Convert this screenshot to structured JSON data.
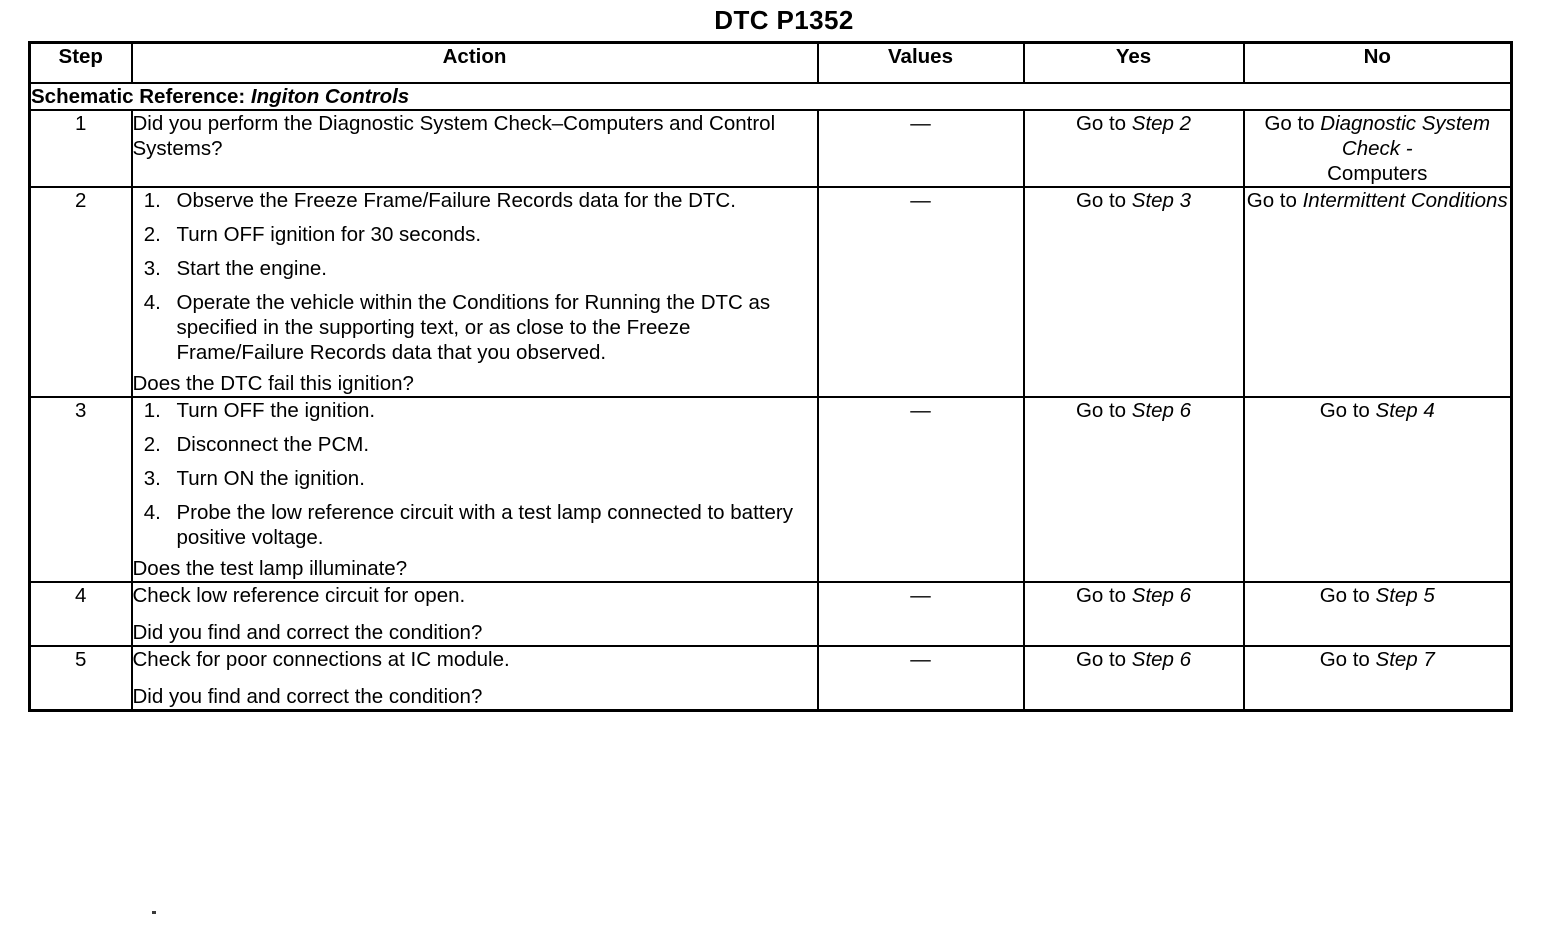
{
  "document": {
    "title": "DTC P1352"
  },
  "table": {
    "headers": {
      "step": "Step",
      "action": "Action",
      "values": "Values",
      "yes": "Yes",
      "no": "No"
    },
    "schematic_reference": {
      "label": "Schematic Reference:",
      "value": "Ingiton Controls"
    },
    "dash": "—",
    "rows": [
      {
        "step": "1",
        "action_lead": "Did you perform the Diagnostic System Check–Computers and Control Systems?",
        "action_items": [],
        "action_question": "",
        "values": "—",
        "yes": {
          "prefix": "Go to ",
          "italic": "Step 2",
          "suffix": "",
          "align": "bottom"
        },
        "no": {
          "prefix": "Go to ",
          "italic": "Diagnostic System Check -",
          "suffix": "Computers",
          "align": "top"
        }
      },
      {
        "step": "2",
        "action_lead": "",
        "action_items": [
          "Observe the Freeze Frame/Failure Records data for the DTC.",
          "Turn OFF ignition for 30 seconds.",
          "Start the engine.",
          "Operate the vehicle within the Conditions for Running the DTC as specified in the supporting text, or as close to the Freeze Frame/Failure Records data that you observed."
        ],
        "action_question": "Does the DTC fail this ignition?",
        "values": "—",
        "yes": {
          "prefix": "Go to ",
          "italic": "Step 3",
          "suffix": "",
          "align": "bottom"
        },
        "no": {
          "prefix": "Go to ",
          "italic": "Intermittent Conditions",
          "suffix": "",
          "align": "bottom"
        }
      },
      {
        "step": "3",
        "action_lead": "",
        "action_items": [
          "Turn OFF the ignition.",
          "Disconnect the PCM.",
          "Turn ON the ignition.",
          "Probe the low reference circuit with a test lamp connected to battery positive voltage."
        ],
        "action_question": "Does the test lamp illuminate?",
        "values": "—",
        "yes": {
          "prefix": "Go to ",
          "italic": "Step 6",
          "suffix": "",
          "align": "bottom"
        },
        "no": {
          "prefix": "Go to ",
          "italic": "Step 4",
          "suffix": "",
          "align": "bottom"
        }
      },
      {
        "step": "4",
        "action_lead": "Check low reference circuit for open.",
        "action_items": [],
        "action_question": "Did you find and correct the condition?",
        "values": "—",
        "yes": {
          "prefix": "Go to ",
          "italic": "Step 6",
          "suffix": "",
          "align": "bottom"
        },
        "no": {
          "prefix": "Go to ",
          "italic": "Step 5",
          "suffix": "",
          "align": "bottom"
        }
      },
      {
        "step": "5",
        "action_lead": "Check for poor connections at IC module.",
        "action_items": [],
        "action_question": "Did you find and correct the condition?",
        "values": "—",
        "yes": {
          "prefix": "Go to ",
          "italic": "Step 6",
          "suffix": "",
          "align": "bottom"
        },
        "no": {
          "prefix": "Go to ",
          "italic": "Step 7",
          "suffix": "",
          "align": "bottom"
        }
      }
    ]
  }
}
